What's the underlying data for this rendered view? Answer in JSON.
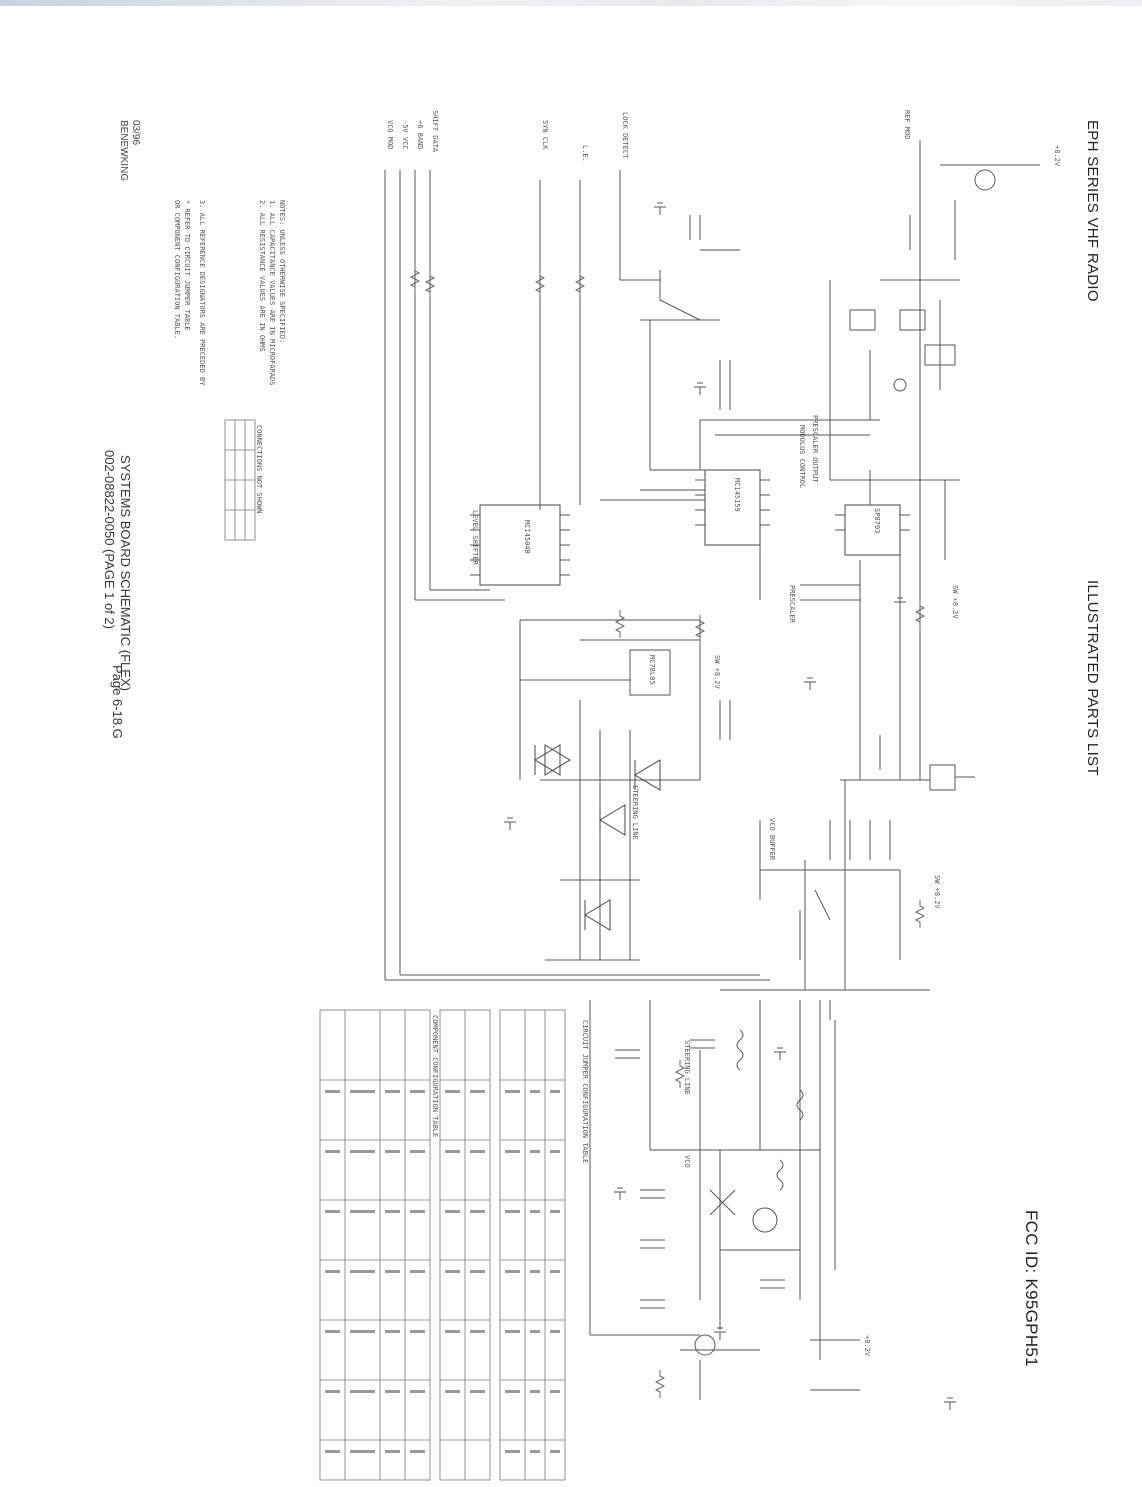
{
  "header": {
    "left": "EPH SERIES VHF RADIO",
    "center": "ILLUSTRATED PARTS LIST",
    "right": "FCC ID: K95GPH51"
  },
  "footer": {
    "title": "SYSTEMS BOARD SCHEMATIC (FLEX)",
    "drawing_number": "002-08822-0050 (PAGE 1 of 2)",
    "page": "Page 6-18.G",
    "date": "03/96",
    "code": "BENEWKING"
  },
  "signals": {
    "rf_mod": "REF MOD",
    "lock_detect": "LOCK DETECT",
    "le": "L.E.",
    "syn_clk": "SYN CLK",
    "shift_data": "SHIFT DATA",
    "band": "+6 BAND",
    "five_vcc": "-5V VCC",
    "vco_mod": "VCO MOD",
    "prescaler_output": "PRESCALER OUTPUT",
    "modulus_control": "MODULUS CONTROL",
    "steering_line": "STEERING LINE",
    "sw_18v": "SW +8.2V",
    "plus8v": "+8.2V"
  },
  "blocks": {
    "level_shifter": "LEVEL SHIFTER",
    "ic1": "MC14504B",
    "ic2": "MC145159",
    "prescaler": "PRESCALER",
    "ic3": "SP8703",
    "vco_buffer": "VCO BUFFER",
    "vco": "VCO",
    "reg": "MC78L05"
  },
  "notes": {
    "line1": "NOTES: UNLESS OTHERWISE SPECIFIED:",
    "line2": "1. ALL CAPACITANCE VALUES ARE IN MICROFARADS",
    "line3": "2. ALL RESISTANCE VALUES ARE IN OHMS",
    "line4": "3. ALL REFERENCE DESIGNATORS ARE PRECEDED BY",
    "line5": "* REFER TO CIRCUIT JUMPER TABLE",
    "line6": "OR COMPONENT CONFIGURATION TABLE."
  },
  "tables": {
    "jumper_title": "CIRCUIT JUMPER CONFIGURATION TABLE",
    "component_title": "COMPONENT CONFIGURATION TABLE",
    "connection_title": "CONNECTIONS NOT SHOWN"
  }
}
